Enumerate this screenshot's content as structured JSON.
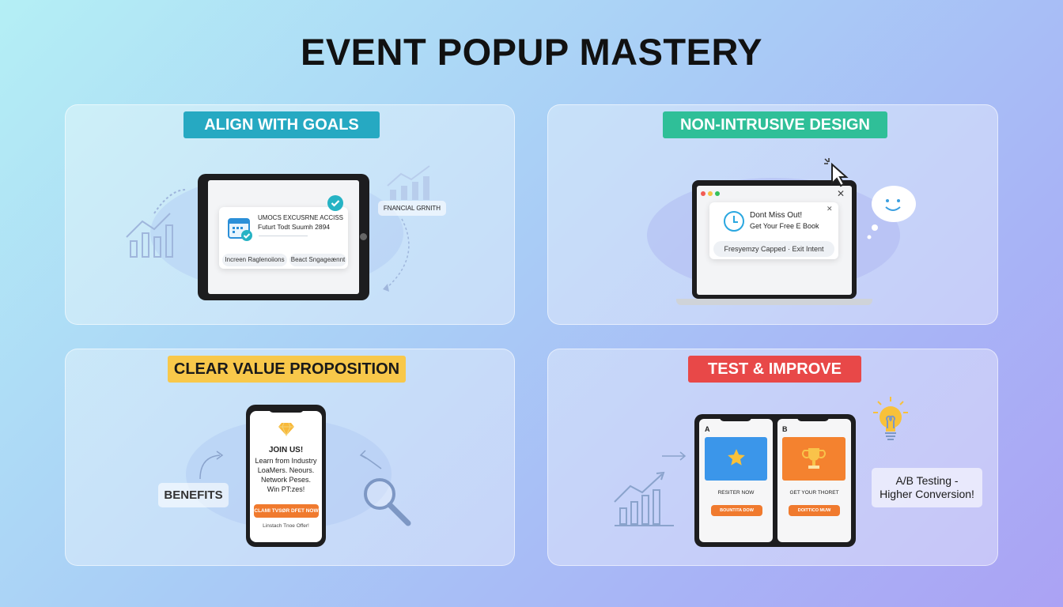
{
  "title": "EVENT POPUP MASTERY",
  "colors": {
    "teal": "#26a9c2",
    "green": "#2fbf98",
    "yellow": "#f8c84a",
    "red": "#e84848",
    "orange": "#f07a2e"
  },
  "panels": [
    {
      "heading": "ALIGN WITH GOALS",
      "popup_line1": "UMOCS EXCUSRNE ACCISS",
      "popup_line2": "Futurt Todt Suumh 2894",
      "chip1": "Increen Raglenoiions",
      "chip2": "Beact Sngageænnt",
      "side_label": "FNANCIAL GRNITH",
      "icons": [
        "calendar-icon",
        "check-icon",
        "bar-chart-icon"
      ]
    },
    {
      "heading": "NON-INTRUSIVE DESIGN",
      "popup_title": "Dont Miss Out!",
      "popup_subtitle": "Get Your Free E Book",
      "footer_text": "Fresyemzy Capped  ·  Exit Intent",
      "icons": [
        "clock-icon",
        "close-icon",
        "cursor-icon",
        "smiley-chat-icon"
      ]
    },
    {
      "heading": "CLEAR VALUE PROPOSITION",
      "phone_title": "JOIN US!",
      "phone_body": [
        "Learn from Industry",
        "LoaMers. Neours.",
        "Network Peses.",
        "Win PT:zes!"
      ],
      "cta": "CLAMI TVSØR DFET NOW",
      "note": "Linstach Tnoe Offer!",
      "side_label": "BENEFITS",
      "icons": [
        "diamond-icon",
        "magnifier-icon"
      ]
    },
    {
      "heading": "TEST & IMPROVE",
      "variant_a": {
        "label": "A",
        "text": "RESITER NOW",
        "button": "BOUNTITA DOW"
      },
      "variant_b": {
        "label": "B",
        "text": "GET YOUR THORET",
        "button": "DOITTICO MUW"
      },
      "result_line1": "A/B Testing -",
      "result_line2": "Higher Conversion!",
      "icons": [
        "star-icon",
        "trophy-icon",
        "lightbulb-icon",
        "bar-chart-icon"
      ]
    }
  ]
}
